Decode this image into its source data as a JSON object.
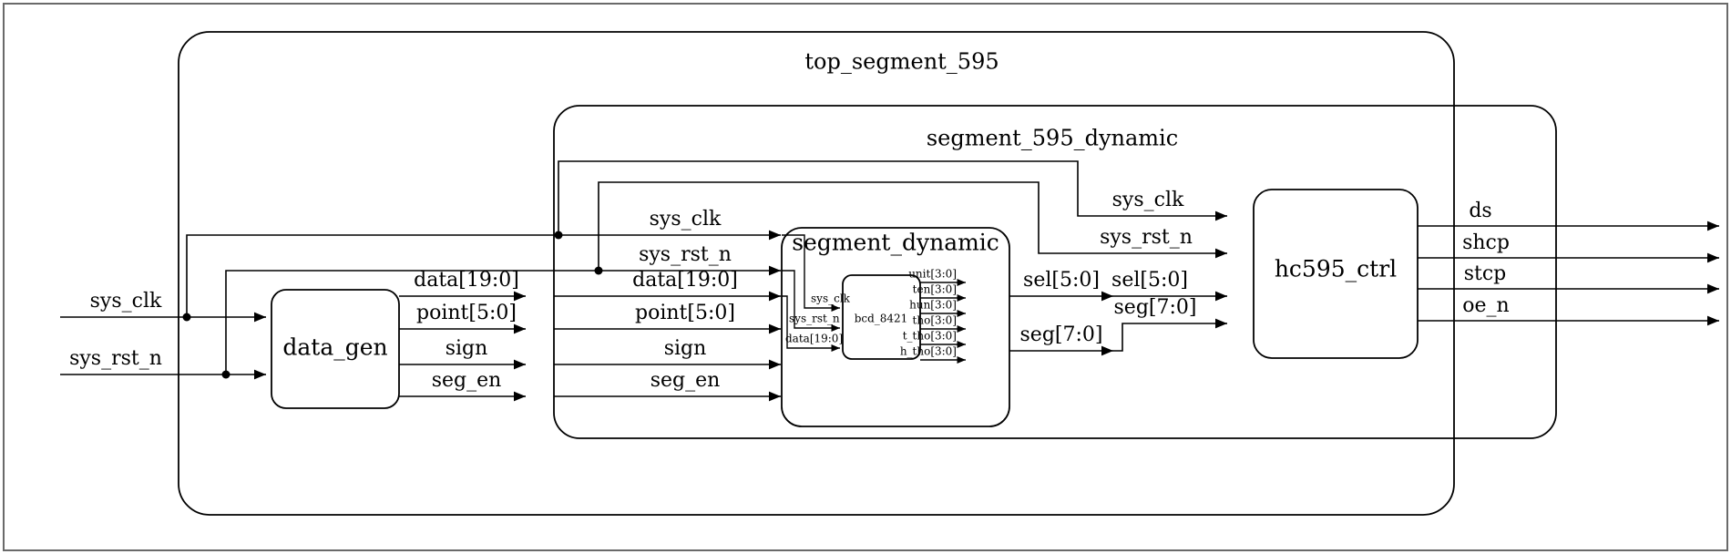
{
  "diagram": {
    "title": "top_segment_595",
    "type": "hardware-block-diagram",
    "containers": [
      {
        "id": "top",
        "label": "top_segment_595"
      },
      {
        "id": "dyn",
        "label": "segment_595_dynamic"
      }
    ],
    "modules": [
      {
        "id": "data_gen",
        "label": "data_gen"
      },
      {
        "id": "segment_dynamic",
        "label": "segment_dynamic"
      },
      {
        "id": "bcd_8421",
        "label": "bcd_8421"
      },
      {
        "id": "hc595_ctrl",
        "label": "hc595_ctrl"
      }
    ],
    "top_inputs": [
      {
        "name": "sys_clk"
      },
      {
        "name": "sys_rst_n"
      }
    ],
    "top_outputs": [
      {
        "name": "ds"
      },
      {
        "name": "shcp"
      },
      {
        "name": "stcp"
      },
      {
        "name": "oe_n"
      }
    ],
    "data_gen_outputs": [
      {
        "name": "data[19:0]"
      },
      {
        "name": "point[5:0]"
      },
      {
        "name": "sign"
      },
      {
        "name": "seg_en"
      }
    ],
    "segment_dynamic_inputs": [
      {
        "name": "sys_clk"
      },
      {
        "name": "sys_rst_n"
      },
      {
        "name": "data[19:0]"
      },
      {
        "name": "point[5:0]"
      },
      {
        "name": "sign"
      },
      {
        "name": "seg_en"
      }
    ],
    "bcd_inputs": [
      {
        "name": "sys_clk"
      },
      {
        "name": "sys_rst_n"
      },
      {
        "name": "data[19:0]"
      }
    ],
    "bcd_outputs": [
      {
        "name": "unit[3:0]"
      },
      {
        "name": "ten[3:0]"
      },
      {
        "name": "hun[3:0]"
      },
      {
        "name": "tho[3:0]"
      },
      {
        "name": "t_tho[3:0]"
      },
      {
        "name": "h_tho[3:0]"
      }
    ],
    "segment_dynamic_outputs": [
      {
        "name": "sel[5:0]"
      },
      {
        "name": "seg[7:0]"
      }
    ],
    "dyn_bus_outputs": [
      {
        "name": "sel[5:0]"
      },
      {
        "name": "seg[7:0]"
      }
    ],
    "hc595_inputs": [
      {
        "name": "sys_clk"
      },
      {
        "name": "sys_rst_n"
      },
      {
        "name": "sel[5:0]"
      },
      {
        "name": "seg[7:0]"
      }
    ],
    "colors": {
      "line": "#000000",
      "background": "#ffffff",
      "outer_border": "#6a6a6a"
    }
  }
}
